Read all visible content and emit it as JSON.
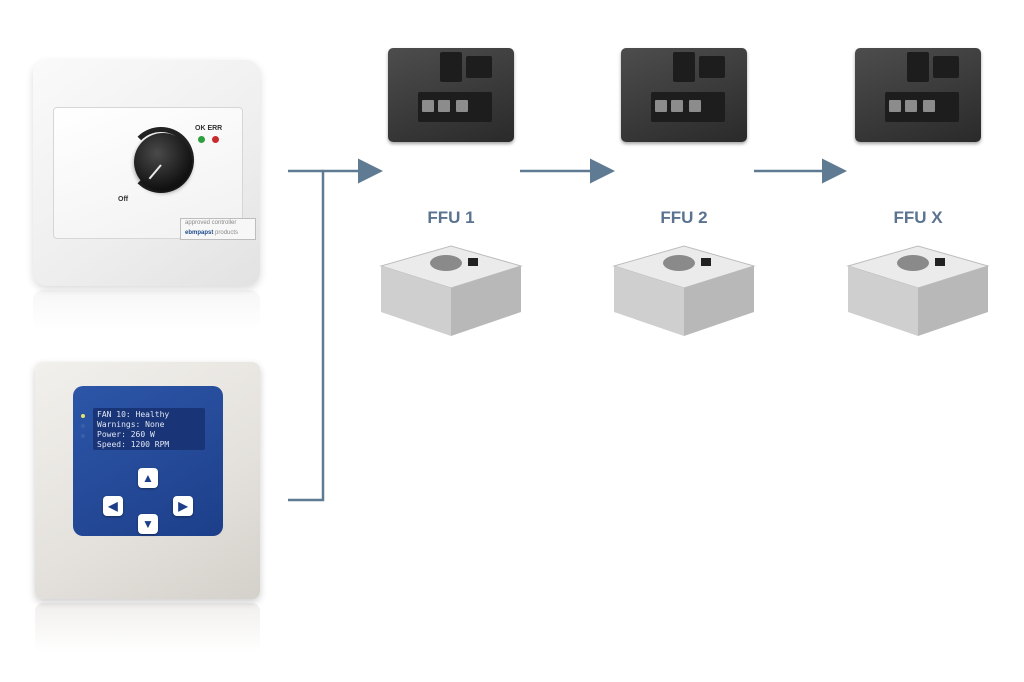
{
  "potentiometer": {
    "led_labels": "OK ERR",
    "off_label": "Off",
    "approved_line1": "approved controller",
    "approved_line2_brand": "ebmpapst",
    "approved_line2_rest": "products"
  },
  "display_controller": {
    "lcd_lines": [
      "FAN 10: Healthy",
      "Warnings: None",
      "Power: 260 W",
      "Speed: 1200 RPM"
    ],
    "buttons": [
      "left",
      "up",
      "right",
      "down"
    ]
  },
  "ffus": [
    {
      "label": "FFU 1"
    },
    {
      "label": "FFU 2"
    },
    {
      "label": "FFU X"
    }
  ],
  "colors": {
    "connector": "#5f7a93",
    "label": "#5a7390",
    "panel_blue": "#2d56a8"
  }
}
